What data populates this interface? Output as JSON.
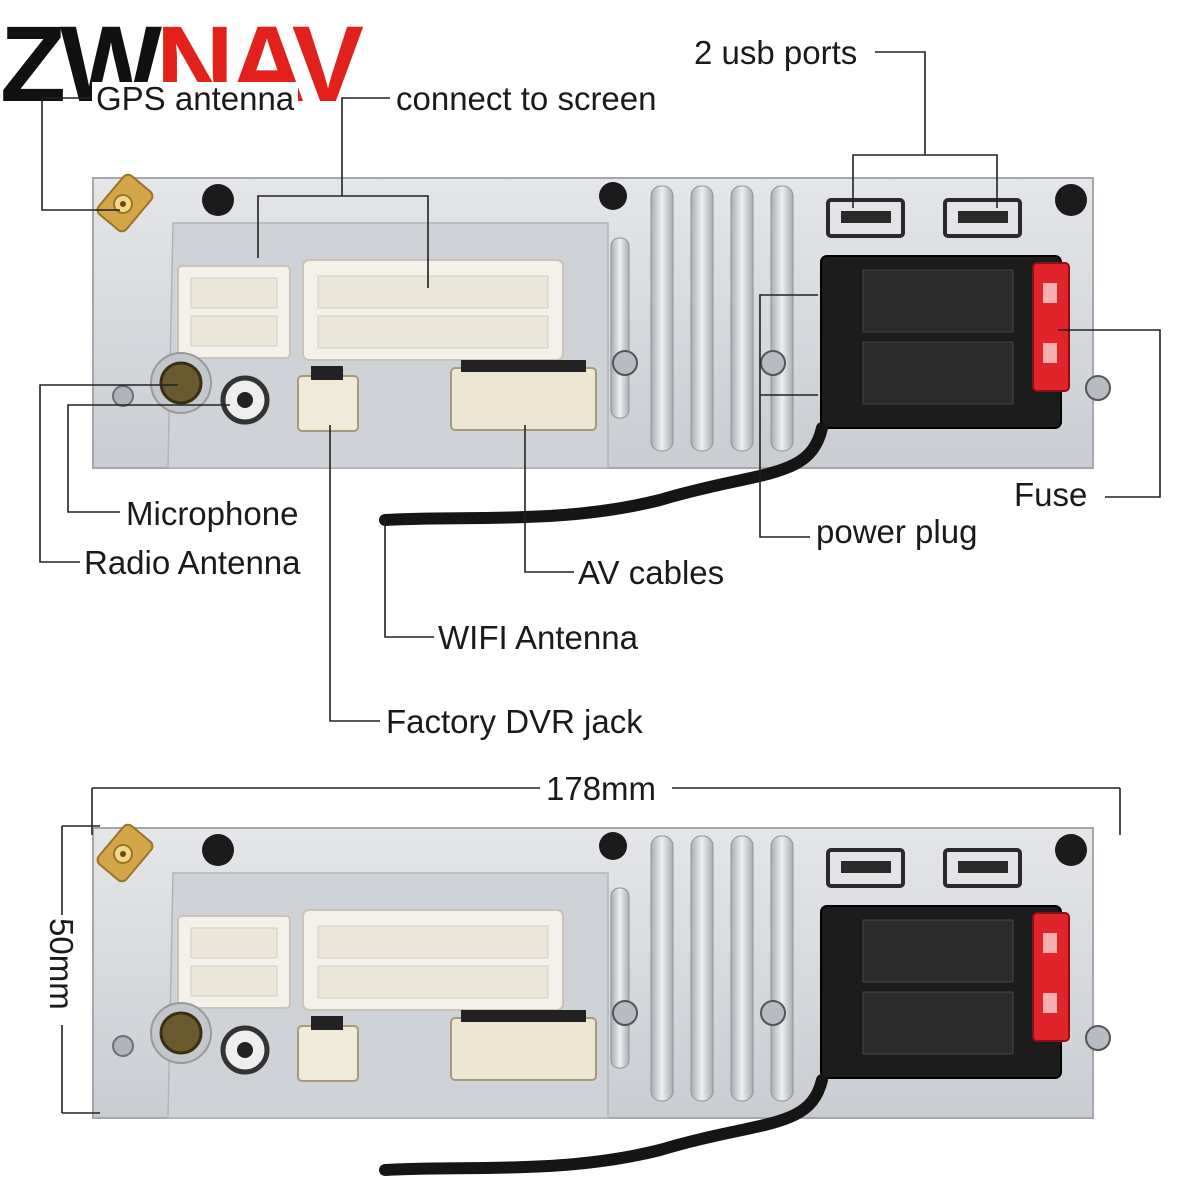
{
  "brand": {
    "logo_part1": "ZW",
    "logo_part2": "NAV",
    "logo_part1_color": "#111111",
    "logo_part2_color": "#e3211b"
  },
  "callouts": {
    "gps_antenna": "GPS antenna",
    "connect_to_screen": "connect to screen",
    "usb_ports": "2 usb ports",
    "microphone": "Microphone",
    "radio_antenna": "Radio Antenna",
    "fuse": "Fuse",
    "power_plug": "power plug",
    "av_cables": "AV cables",
    "wifi_antenna": "WIFI Antenna",
    "factory_dvr_jack": "Factory DVR jack"
  },
  "dimensions": {
    "width": "178mm",
    "height": "50mm"
  },
  "colors": {
    "panel": "#d9dce0",
    "panel_dark": "#b8bcc2",
    "connector_white": "#f4f1ea",
    "connector_black": "#1c1c1c",
    "fuse_red": "#e0242a",
    "gold": "#d4a64a",
    "cable": "#151515",
    "leader_line": "#222222"
  }
}
